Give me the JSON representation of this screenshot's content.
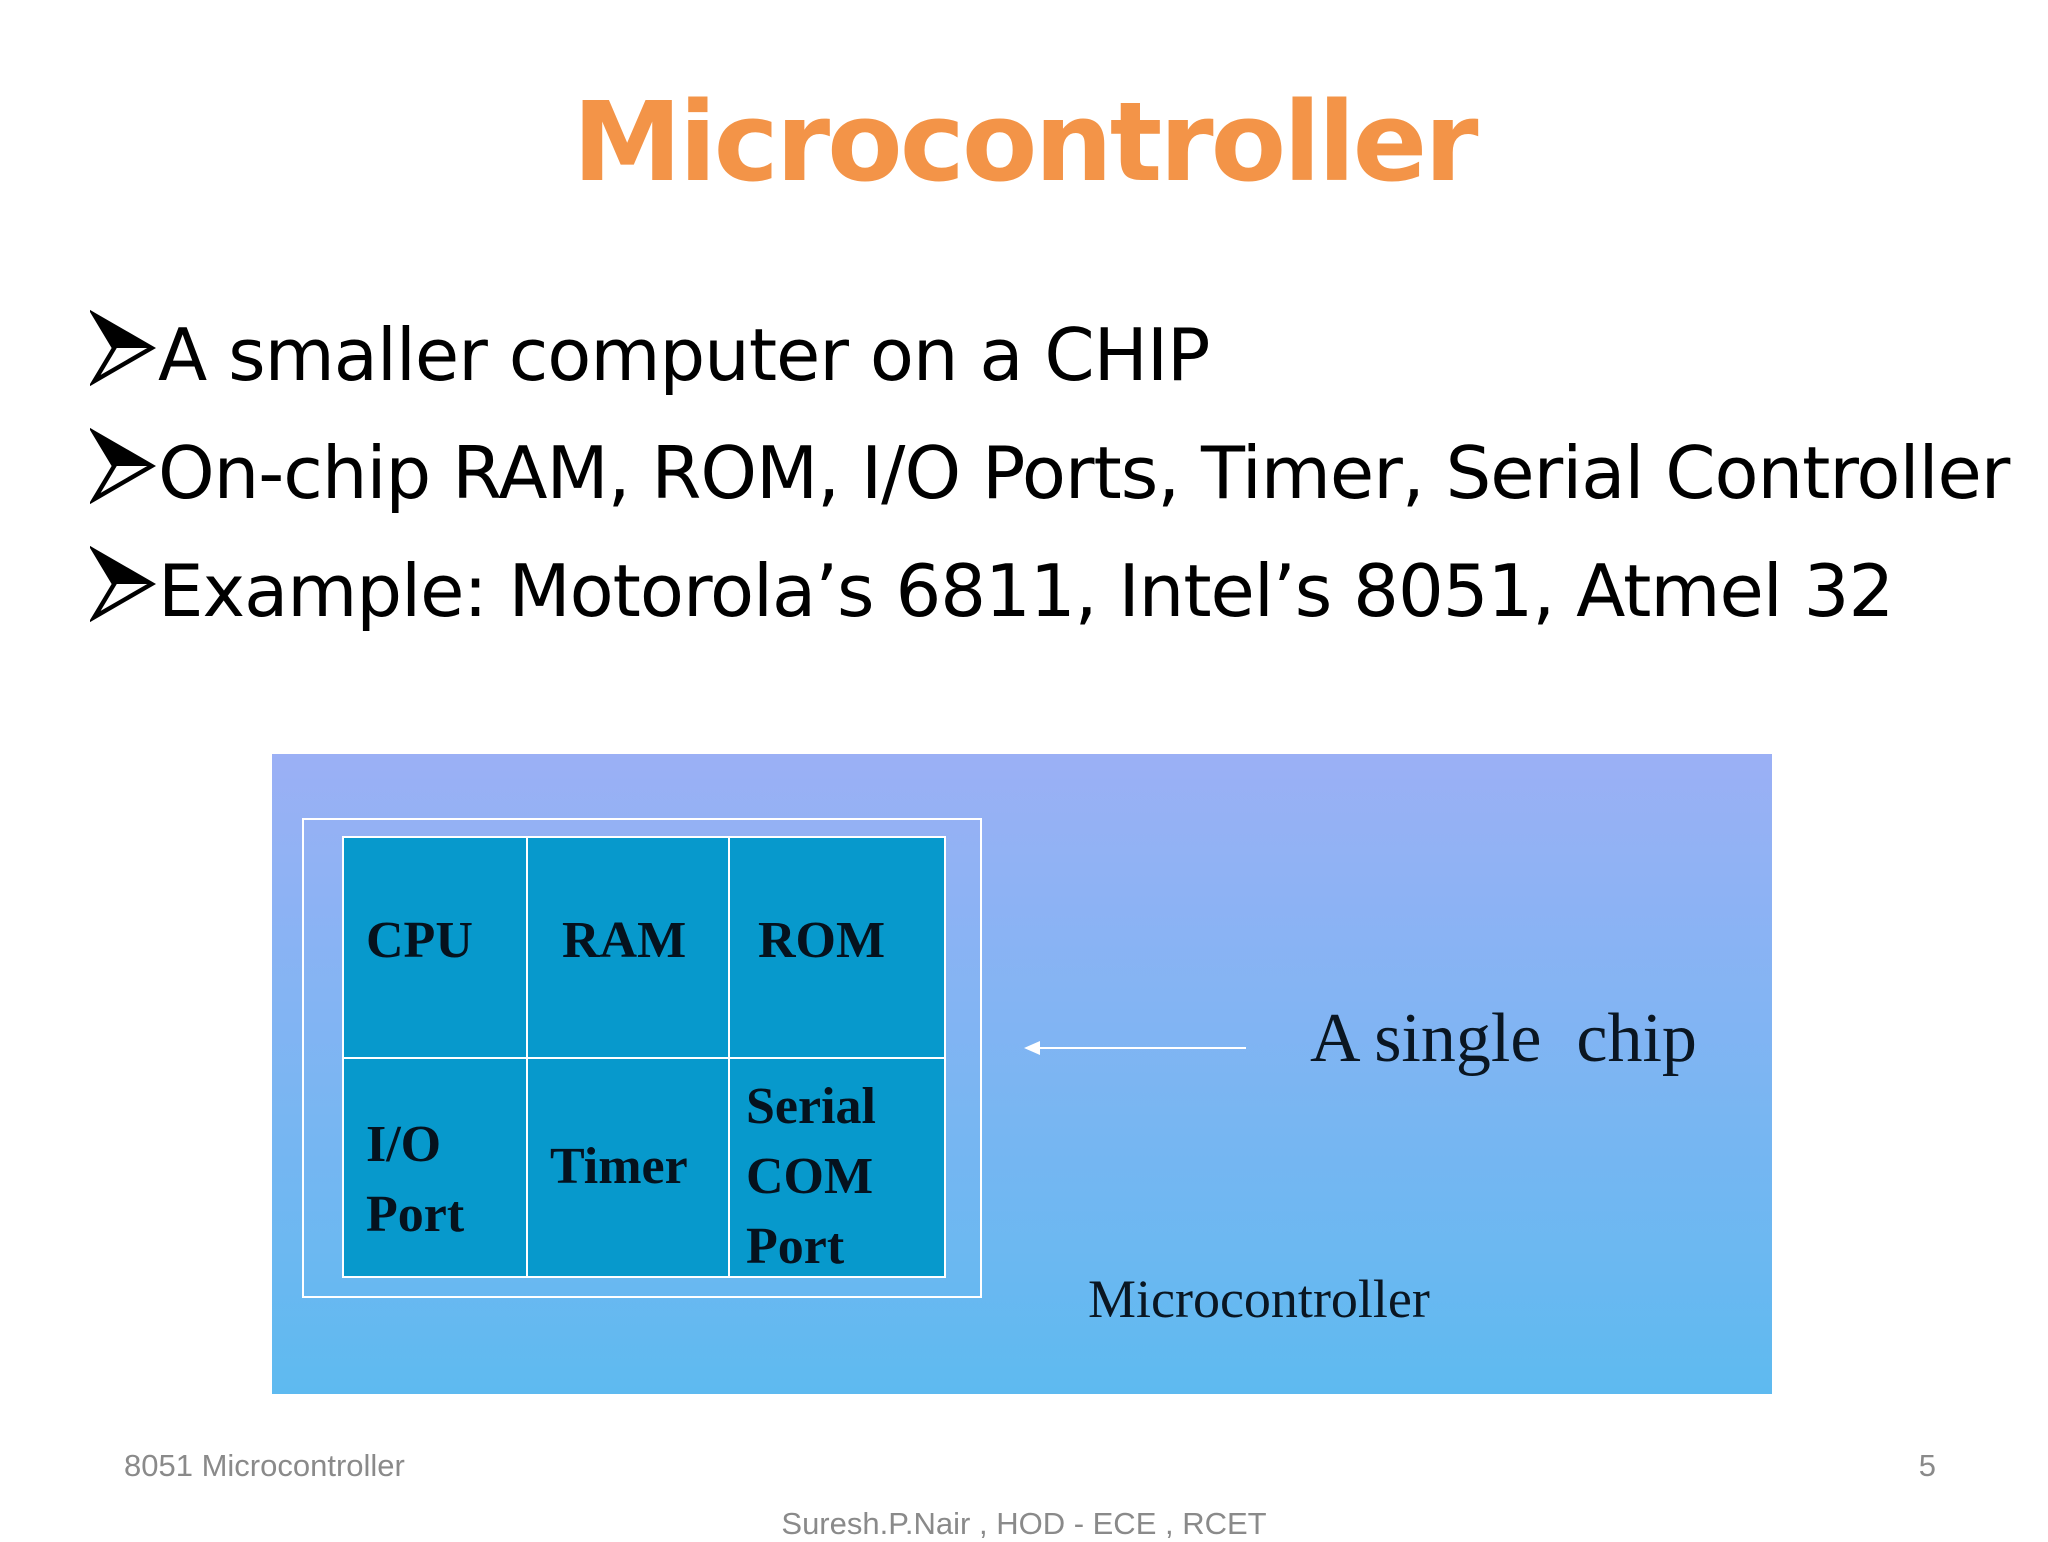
{
  "slide": {
    "title": "Microcontroller",
    "title_color": "#f39448",
    "bullets": [
      "A smaller computer on a CHIP",
      "On-chip RAM, ROM, I/O Ports, Timer, Serial Controller",
      "Example: Motorola’s 6811, Intel’s 8051, Atmel 32"
    ],
    "bullet_icon": "arrow-bullet-icon"
  },
  "figure": {
    "gradient_top": "#9bb0f5",
    "gradient_bottom": "#5ebaf0",
    "chip_color": "#0799cc",
    "cells": {
      "cpu": "CPU",
      "ram": "RAM",
      "rom": "ROM",
      "io": [
        "I/O",
        "Port"
      ],
      "timer": "Timer",
      "serial": [
        "Serial",
        "COM",
        "Port"
      ]
    },
    "caption": "A single  chip",
    "label": "Microcontroller"
  },
  "footer": {
    "left": "8051 Microcontroller",
    "page_number": "5",
    "center": "Suresh.P.Nair , HOD - ECE , RCET"
  }
}
